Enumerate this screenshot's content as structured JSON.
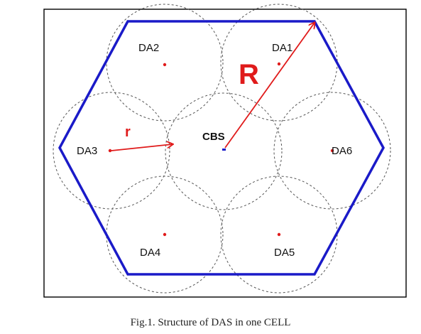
{
  "figure": {
    "labels": {
      "da1": "DA1",
      "da2": "DA2",
      "da3": "DA3",
      "da4": "DA4",
      "da5": "DA5",
      "da6": "DA6",
      "cbs": "CBS",
      "big_r": "R",
      "small_r": "r"
    },
    "colors": {
      "hexagon": "#1a1ac8",
      "arrows": "#e01b1b",
      "dots": "#e01b1b",
      "cbs_dot": "#1a1ac8",
      "circles": "#555555",
      "frame": "#000000"
    }
  },
  "caption": "Fig.1. Structure of DAS in one CELL"
}
